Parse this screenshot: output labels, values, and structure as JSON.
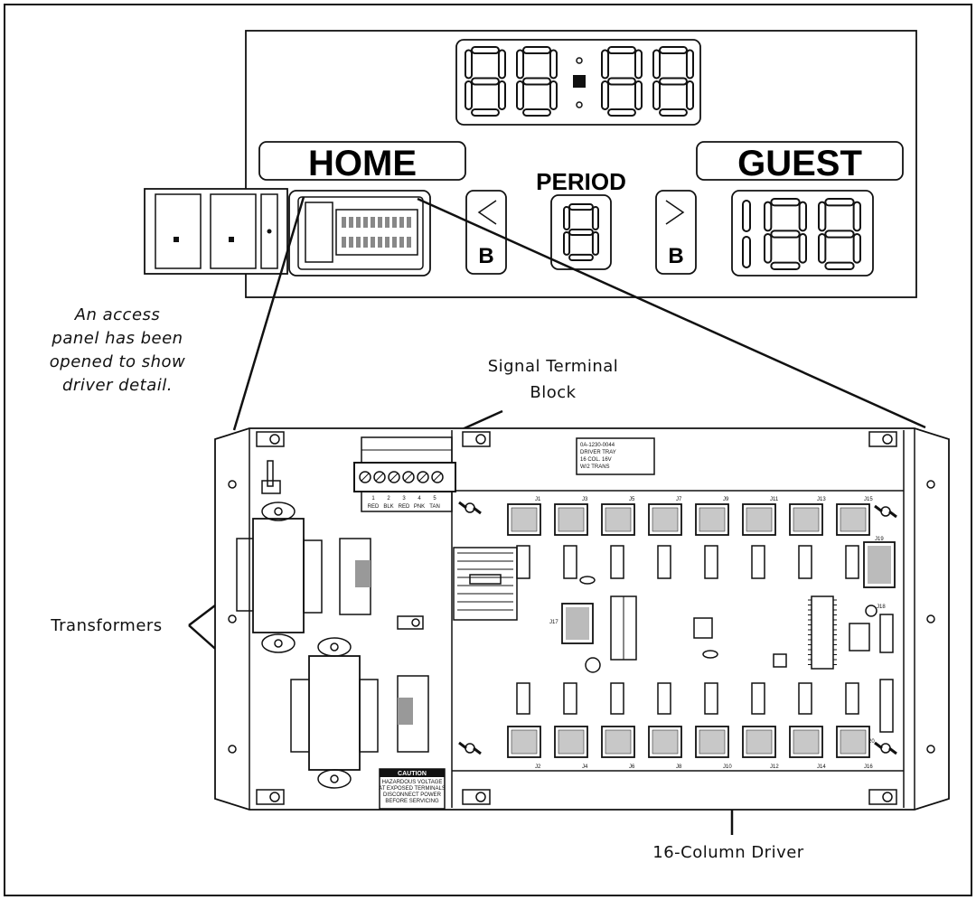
{
  "scoreboard": {
    "home_label": "HOME",
    "guest_label": "GUEST",
    "period_label": "PERIOD",
    "bonus_left": "B",
    "bonus_right": "B"
  },
  "callouts": {
    "access_panel": [
      "An access",
      "panel has been",
      "opened to show",
      "driver detail."
    ],
    "signal_terminal": [
      "Signal Terminal",
      "Block"
    ],
    "transformers": "Transformers",
    "driver": "16-Column Driver"
  },
  "tray_label": [
    "0A-1230-0044",
    "DRIVER TRAY",
    "16 COL. 16V",
    "W/2 TRANS"
  ],
  "caution": [
    "CAUTION",
    "HAZARDOUS VOLTAGE",
    "AT EXPOSED TERMINALS",
    "DISCONNECT POWER",
    "BEFORE SERVICING"
  ],
  "terminal_numbers": [
    "1",
    "2",
    "3",
    "4",
    "5"
  ],
  "terminal_colors": [
    "RED",
    "BLK",
    "RED",
    "PNK",
    "TAN"
  ],
  "connectors_top": [
    "J1",
    "J3",
    "J5",
    "J7",
    "J9",
    "J11",
    "J13",
    "J15"
  ],
  "connectors_bottom": [
    "J2",
    "J4",
    "J6",
    "J8",
    "J10",
    "J12",
    "J14",
    "J16"
  ],
  "connectors_misc": [
    "J17",
    "J18",
    "J19",
    "J20"
  ]
}
